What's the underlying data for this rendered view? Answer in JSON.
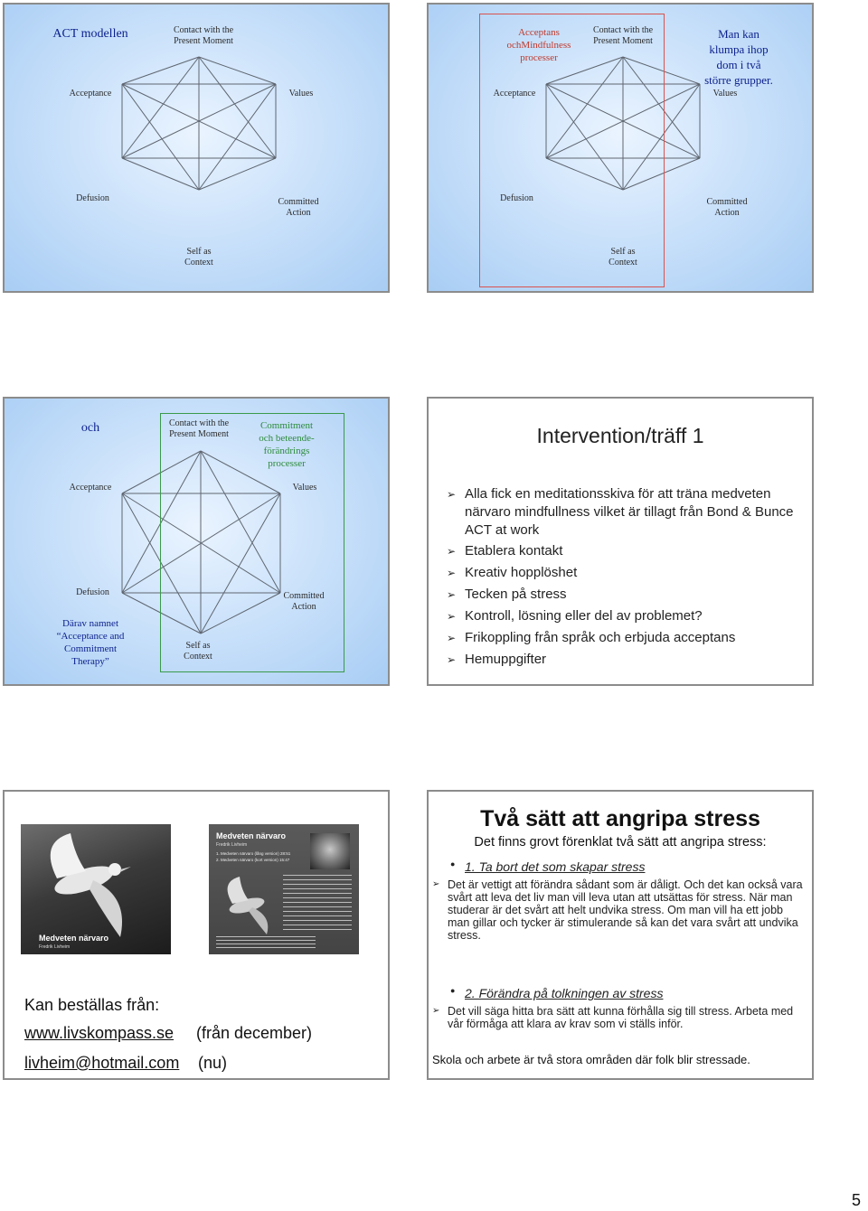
{
  "slide1": {
    "title": "ACT modellen",
    "labels": {
      "top_left": "Contact with the\nPresent Moment",
      "left": "Acceptance",
      "right": "Values",
      "lower_left": "Defusion",
      "lower_right": "Committed\nAction",
      "bottom": "Self as\nContext"
    }
  },
  "slide2": {
    "title": "Acceptans\nochMindfulness\nprocesser",
    "note": "Man kan\nklumpa ihop\ndom i två\nstörre grupper.",
    "labels": {
      "top_left": "Contact with the\nPresent Moment",
      "left": "Acceptance",
      "right": "Values",
      "lower_left": "Defusion",
      "lower_right": "Committed\nAction",
      "bottom": "Self as\nContext"
    }
  },
  "slide3": {
    "title": "och",
    "green_title": "Commitment\noch beteende-\nförändrings\nprocesser",
    "note": "Därav namnet\n“Acceptance and\nCommitment\nTherapy”",
    "labels": {
      "top_left": "Contact with the\nPresent Moment",
      "left": "Acceptance",
      "right": "Values",
      "lower_left": "Defusion",
      "lower_right": "Committed\nAction",
      "bottom": "Self as\nContext"
    }
  },
  "slide4": {
    "title": "Intervention/träff 1",
    "bullets": [
      "Alla fick en meditationsskiva för att träna medveten närvaro mindfullness vilket är tillagt från Bond & Bunce ACT at work",
      "Etablera kontakt",
      "Kreativ hopplöshet",
      "Tecken på stress",
      "Kontroll, lösning eller del av problemet?",
      "Frikoppling från språk och erbjuda acceptans",
      "Hemuppgifter"
    ]
  },
  "slide5": {
    "cd_front_title": "Medveten närvaro",
    "cd_front_author": "Fredrik Livheim",
    "cd_back_title": "Medveten närvaro",
    "cd_back_author": "Fredrik Livheim",
    "tracks": [
      "1.  Medveten närvaro (lång version) 28:51",
      "2.  Medveten närvaro (kort version) 15:47"
    ],
    "order_label": "Kan beställas från:",
    "website": "www.livskompass.se",
    "website_note": "(från december)",
    "email": "livheim@hotmail.com",
    "email_note": "(nu)"
  },
  "slide6": {
    "title": "Två sätt att angripa stress",
    "subtitle": "Det finns grovt förenklat två sätt att angripa stress:",
    "way1": "1. Ta bort det som skapar stress",
    "way1_text": "Det är vettigt att förändra sådant som är dåligt. Och det kan också vara svårt att leva det liv man vill leva utan att utsättas för stress. När man studerar är det svårt att helt undvika stress. Om man vill ha ett jobb man gillar och tycker är stimulerande så kan det vara svårt att undvika stress.",
    "way2": "2. Förändra på  tolkningen  av stress",
    "way2_text": "Det vill säga hitta bra sätt att kunna förhålla sig till stress. Arbeta med vår förmåga att klara av krav som vi ställs inför.",
    "footer": "Skola och arbete är två stora områden där folk blir stressade."
  },
  "page_number": "5"
}
